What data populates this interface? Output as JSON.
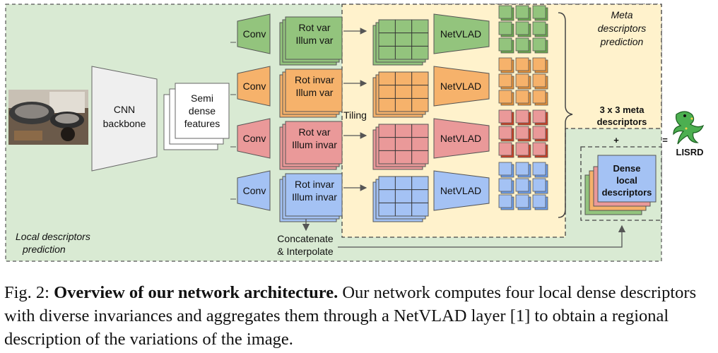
{
  "diagram": {
    "local_region_label": [
      "Local descriptors",
      "prediction"
    ],
    "meta_region_label": [
      "Meta",
      "descriptors",
      "prediction"
    ],
    "cnn_label": [
      "CNN",
      "backbone"
    ],
    "semi_dense_label": [
      "Semi",
      "dense",
      "features"
    ],
    "branches": [
      {
        "conv": "Conv",
        "feature": [
          "Rot var",
          "Illum var"
        ],
        "color": "#93c47d",
        "color_dark": "#6aa84f"
      },
      {
        "conv": "Conv",
        "feature": [
          "Rot invar",
          "Illum var"
        ],
        "color": "#f6b26b",
        "color_dark": "#e69138"
      },
      {
        "conv": "Conv",
        "feature": [
          "Rot var",
          "Illum invar"
        ],
        "color": "#ea9999",
        "color_dark": "#cc4125"
      },
      {
        "conv": "Conv",
        "feature": [
          "Rot invar",
          "Illum invar"
        ],
        "color": "#a4c2f4",
        "color_dark": "#6d9eeb"
      }
    ],
    "tiling_label": "Tiling",
    "netvlad_label": "NetVLAD",
    "meta_grid_label": [
      "3 x 3 meta",
      "descriptors"
    ],
    "plus": "+",
    "equals": "=",
    "dense_label": [
      "Dense",
      "local",
      "descriptors"
    ],
    "concat_label": [
      "Concatenate",
      "& Interpolate"
    ],
    "lisrd_label": "LISRD",
    "colors": {
      "local_bg": "#d9ead3",
      "meta_bg": "#fff2cc",
      "cnn_fill": "#efefef",
      "lizard": "#4caf50"
    }
  },
  "caption": {
    "prefix": "Fig. 2: ",
    "bold": "Overview of our network architecture.",
    "body": " Our network computes four local dense descriptors with diverse invariances and aggregates them through a NetVLAD layer [1] to obtain a regional description of the variations of the image."
  }
}
